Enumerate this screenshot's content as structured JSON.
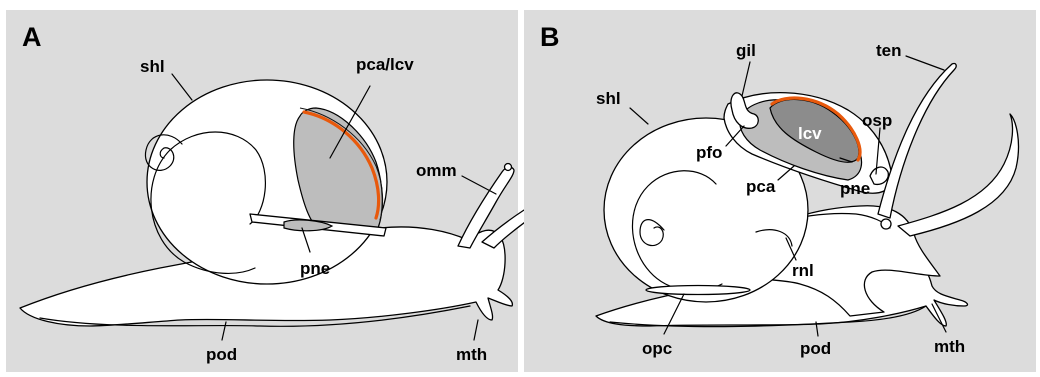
{
  "panels": [
    {
      "letter": "A",
      "labels": {
        "shl": "shl",
        "pca_lcv": "pca/lcv",
        "omm": "omm",
        "pne": "pne",
        "pod": "pod",
        "mth": "mth"
      }
    },
    {
      "letter": "B",
      "labels": {
        "gil": "gil",
        "ten": "ten",
        "shl": "shl",
        "osp": "osp",
        "pfo": "pfo",
        "lcv": "lcv",
        "pca": "pca",
        "pne": "pne",
        "rnl": "rnl",
        "opc": "opc",
        "pod": "pod",
        "mth": "mth"
      }
    }
  ],
  "colors": {
    "background": "#dcdcdc",
    "pallial_cavity": "#bdbdbd",
    "lung": "#8c8c8c",
    "vessel": "#e8590c"
  }
}
